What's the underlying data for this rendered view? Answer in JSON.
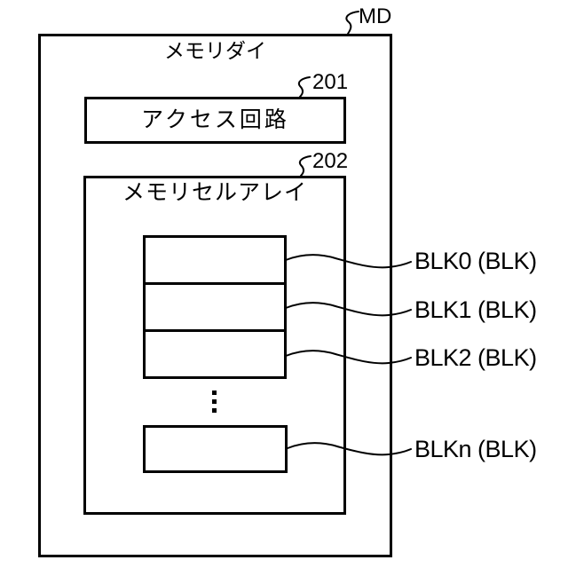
{
  "figure": {
    "memory_die": {
      "label": "メモリダイ",
      "ref": "MD"
    },
    "access_circuit": {
      "label": "アクセス回路",
      "ref": "201"
    },
    "memory_cell_array": {
      "label": "メモリセルアレイ",
      "ref": "202"
    },
    "block_labels": [
      "BLK0 (BLK)",
      "BLK1 (BLK)",
      "BLK2 (BLK)",
      "BLKn (BLK)"
    ],
    "ellipsis_symbol": "⋮",
    "colors": {
      "line": "#000000",
      "background": "#ffffff"
    }
  }
}
